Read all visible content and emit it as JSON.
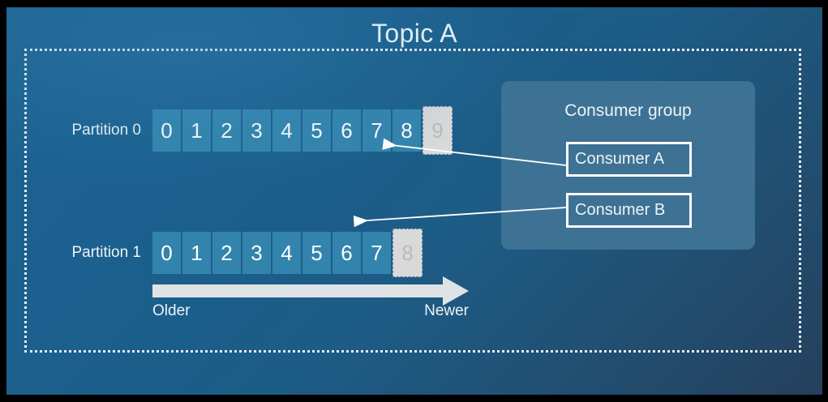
{
  "slide": {
    "title": "Topic A",
    "background_color": "#1d6391",
    "letterbox_color": "#000000",
    "boundary_style": "dotted",
    "boundary_color": "#e8eef2"
  },
  "partitions": [
    {
      "label": "Partition 0",
      "cells": [
        "0",
        "1",
        "2",
        "3",
        "4",
        "5",
        "6",
        "7",
        "8",
        "9"
      ],
      "highlighted_index": 9,
      "cell_color": "#3384ad",
      "highlight_color": "#d9d9d9"
    },
    {
      "label": "Partition 1",
      "cells": [
        "0",
        "1",
        "2",
        "3",
        "4",
        "5",
        "6",
        "7",
        "8"
      ],
      "highlighted_index": 8,
      "cell_color": "#3384ad",
      "highlight_color": "#d9d9d9"
    }
  ],
  "time_axis": {
    "older_label": "Older",
    "newer_label": "Newer",
    "arrow_color": "#dfe3e6",
    "direction": "left-to-right"
  },
  "consumer_group": {
    "title": "Consumer group",
    "panel_color": "#3d7294",
    "consumers": [
      {
        "name": "Consumer A",
        "assigned_partition": "Partition 0"
      },
      {
        "name": "Consumer B",
        "assigned_partition": "Partition 1"
      }
    ]
  },
  "connectors": [
    {
      "from": "Consumer A",
      "to": "Partition 0",
      "arrow_color": "#ffffff"
    },
    {
      "from": "Consumer B",
      "to": "Partition 1",
      "arrow_color": "#ffffff"
    }
  ]
}
